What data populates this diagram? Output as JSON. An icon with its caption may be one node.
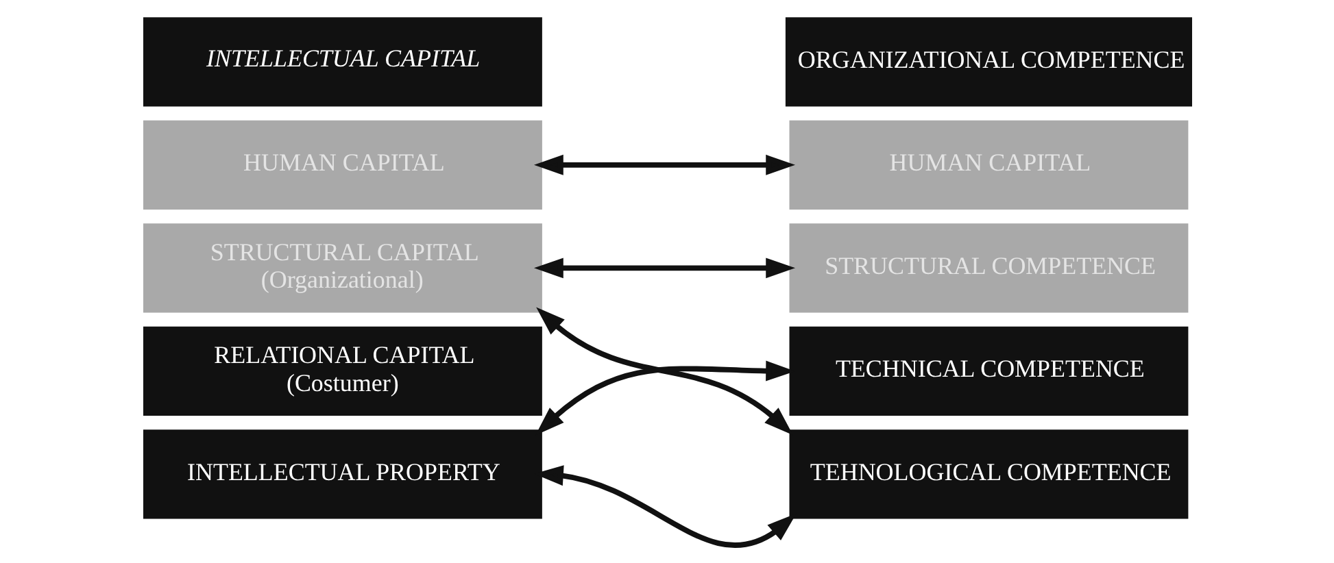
{
  "diagram": {
    "nodes": [
      {
        "text": [
          "INTELLECTUAL CAPITAL"
        ]
      },
      {
        "text": [
          "HUMAN CAPITAL"
        ]
      },
      {
        "text": [
          "STRUCTURAL CAPITAL",
          "(Organizational)"
        ]
      },
      {
        "text": [
          "RELATIONAL CAPITAL",
          "(Costumer)"
        ]
      },
      {
        "text": [
          "INTELLECTUAL PROPERTY"
        ]
      },
      {
        "text": [
          "ORGANIZATIONAL COMPETENCE"
        ]
      },
      {
        "text": [
          "HUMAN CAPITAL"
        ]
      },
      {
        "text": [
          "STRUCTURAL COMPETENCE"
        ]
      },
      {
        "text": [
          "TECHNICAL COMPETENCE"
        ]
      },
      {
        "text": [
          "TEHNOLOGICAL COMPETENCE"
        ]
      }
    ],
    "edges": [
      {
        "from": 1,
        "to": 6,
        "arrow": "both"
      },
      {
        "from": 2,
        "to": 7,
        "arrow": "both"
      },
      {
        "from": 2,
        "to": 9,
        "arrow": "both"
      },
      {
        "from": 4,
        "to": 8,
        "arrow": "both"
      },
      {
        "from": 4,
        "to": 9,
        "arrow": "both"
      }
    ]
  }
}
